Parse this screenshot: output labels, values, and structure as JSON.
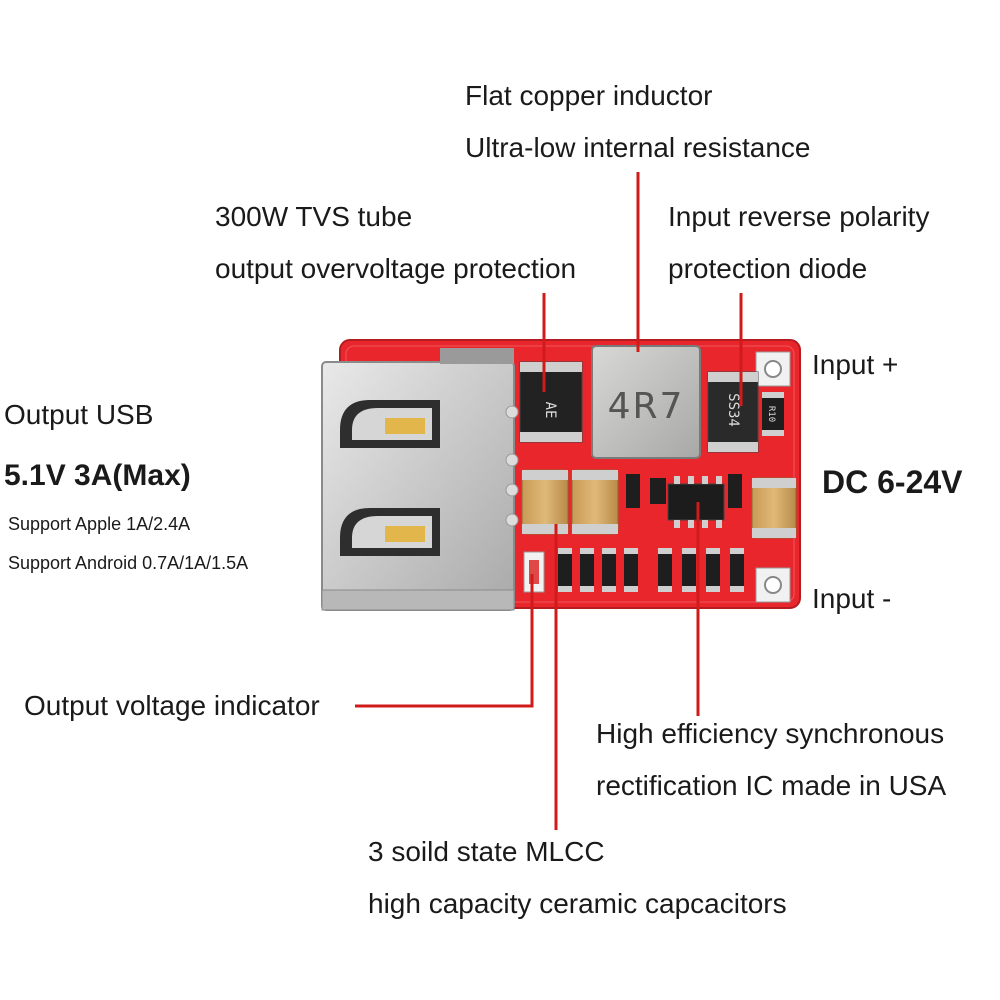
{
  "labels": {
    "inductor_line1": "Flat copper inductor",
    "inductor_line2": "Ultra-low internal resistance",
    "tvs_line1": "300W TVS tube",
    "tvs_line2": "output overvoltage protection",
    "diode_line1": "Input reverse polarity",
    "diode_line2": "protection diode",
    "input_plus": "Input +",
    "input_minus": "Input -",
    "dc_range": "DC 6-24V",
    "output_usb": "Output USB",
    "output_spec": "5.1V 3A(Max)",
    "support_apple": "Support Apple 1A/2.4A",
    "support_android": "Support Android 0.7A/1A/1.5A",
    "indicator": "Output voltage indicator",
    "ic_line1": "High efficiency synchronous",
    "ic_line2": "rectification IC made in USA",
    "mlcc_line1": "3 soild state MLCC",
    "mlcc_line2": "high capacity ceramic capcacitors"
  },
  "markings": {
    "inductor": "4R7",
    "diode": "SS34",
    "tvs": "AE",
    "resistor": "R10"
  },
  "colors": {
    "pcb": "#e8262c",
    "leader": "#d11a1a",
    "text": "#1a1a1a"
  }
}
